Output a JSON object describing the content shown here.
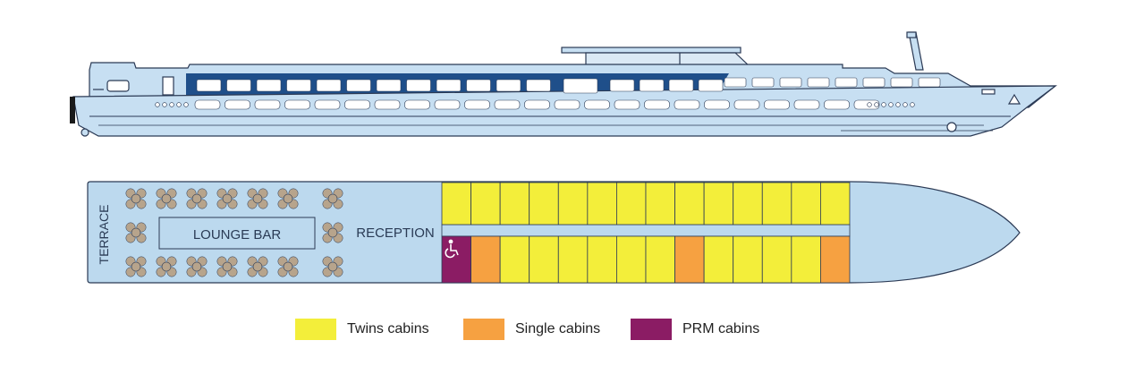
{
  "colors": {
    "hull": "#c7dff2",
    "deck": "#bcd9ee",
    "outline": "#2b3a55",
    "window_band": "#1f4f8a",
    "seat": "#b7a48c",
    "twin": "#f3ee3a",
    "single": "#f6a141",
    "prm": "#8b1c64"
  },
  "deck_plan": {
    "terrace_label": "TERRACE",
    "lounge_label": "LOUNGE BAR",
    "reception_label": "RECEPTION"
  },
  "cabins": {
    "top_row": [
      "twin",
      "twin",
      "twin",
      "twin",
      "twin",
      "twin",
      "twin",
      "twin",
      "twin",
      "twin",
      "twin",
      "twin",
      "twin",
      "twin"
    ],
    "bottom_row": [
      "prm",
      "single",
      "twin",
      "twin",
      "twin",
      "twin",
      "twin",
      "twin",
      "single",
      "twin",
      "twin",
      "twin",
      "twin",
      "single"
    ]
  },
  "legend": [
    {
      "key": "twin",
      "label": "Twins cabins",
      "color": "#f3ee3a"
    },
    {
      "key": "single",
      "label": "Single cabins",
      "color": "#f6a141"
    },
    {
      "key": "prm",
      "label": "PRM cabins",
      "color": "#8b1c64"
    }
  ]
}
